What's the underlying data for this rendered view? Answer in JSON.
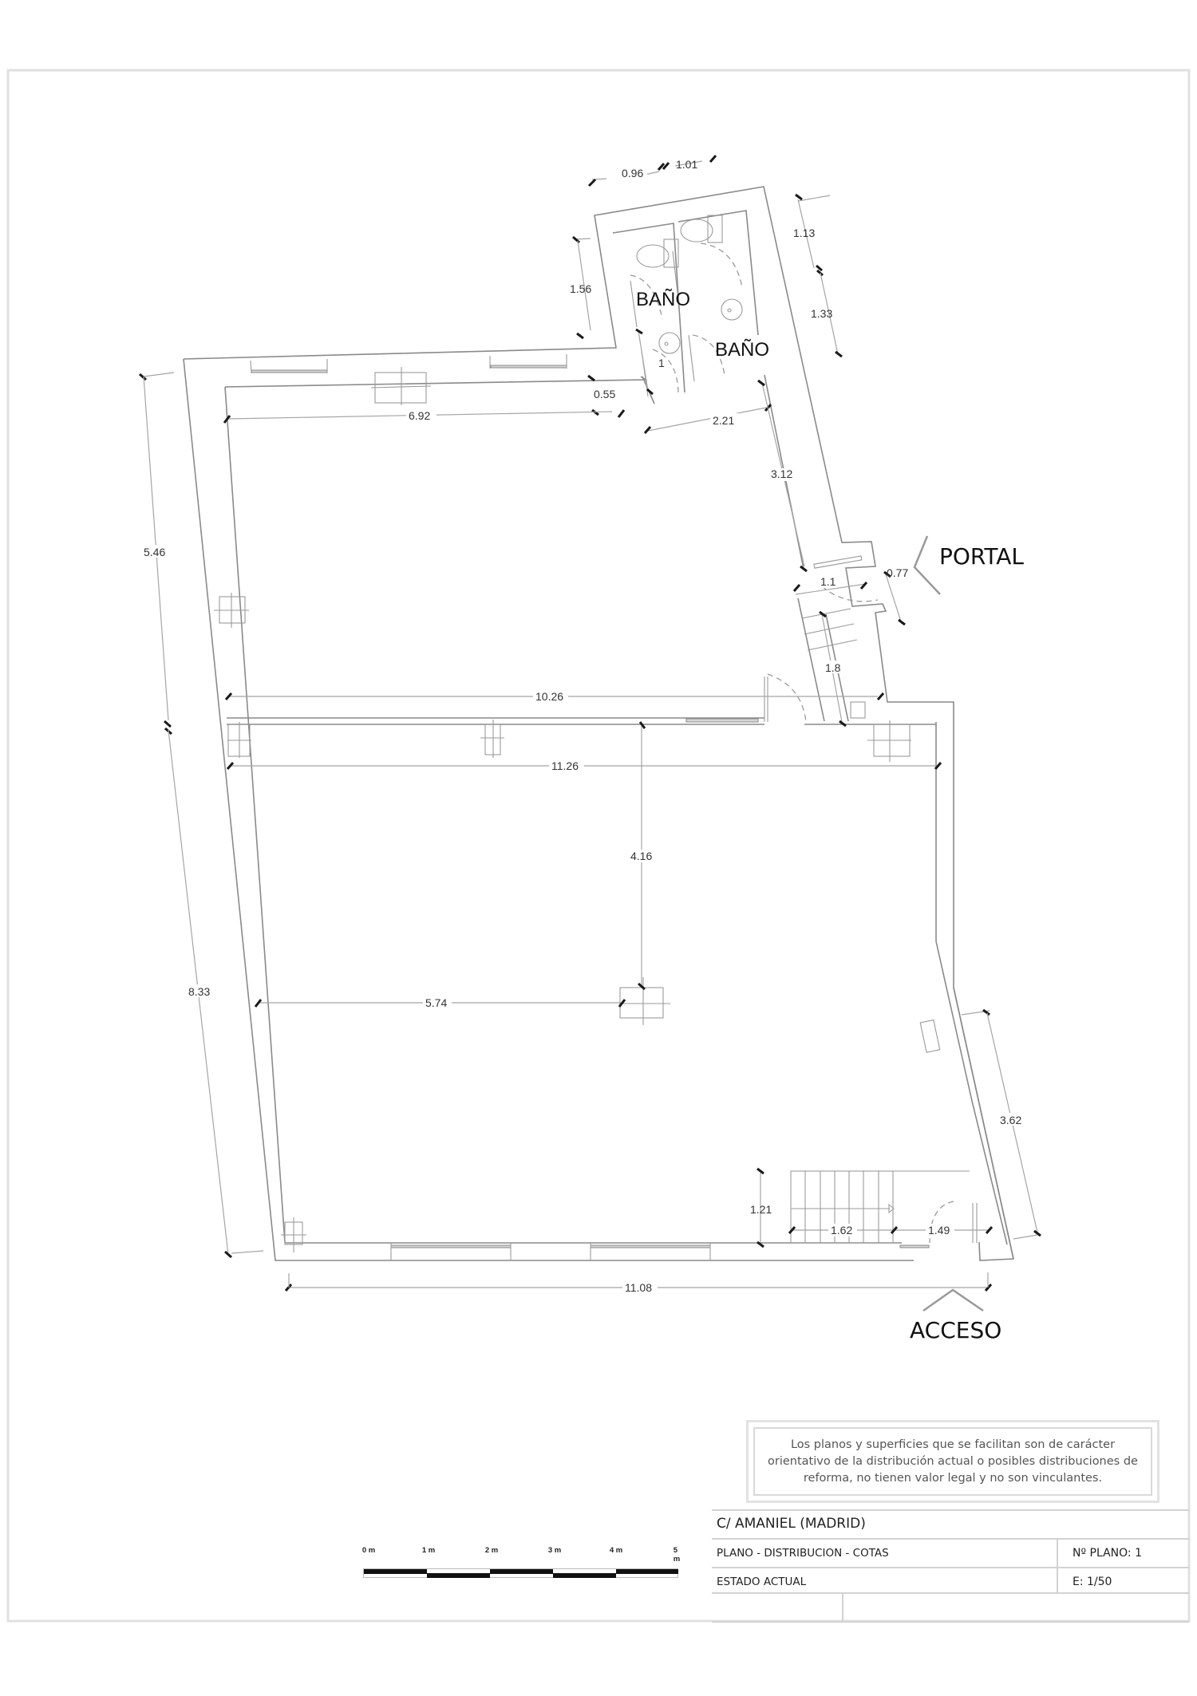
{
  "drawing": {
    "labels": {
      "bano_1": "BAÑO",
      "bano_2": "BAÑO",
      "portal": "PORTAL",
      "acceso": "ACCESO"
    },
    "dimensions": {
      "d_096": "0.96",
      "d_101": "1.01",
      "d_113": "1.13",
      "d_133": "1.33",
      "d_156": "1.56",
      "d_1": "1",
      "d_055": "0.55",
      "d_692": "6.92",
      "d_221": "2.21",
      "d_312": "3.12",
      "d_546": "5.46",
      "d_077": "0.77",
      "d_11": "1.1",
      "d_18": "1.8",
      "d_1026": "10.26",
      "d_1126": "11.26",
      "d_416": "4.16",
      "d_833": "8.33",
      "d_574": "5.74",
      "d_362": "3.62",
      "d_121": "1.21",
      "d_162": "1.62",
      "d_149": "1.49",
      "d_1108": "11.08"
    }
  },
  "scale_bar": {
    "ticks": [
      "0 m",
      "1 m",
      "2 m",
      "3 m",
      "4 m",
      "5 m"
    ]
  },
  "disclaimer": {
    "text": "Los planos y superficies que se facilitan son de carácter orientativo de la distribución actual o posibles distribuciones de reforma, no tienen valor legal y no son vinculantes."
  },
  "title_block": {
    "address": "C/  AMANIEL   (MADRID)",
    "plan_type": "PLANO   -  DISTRIBUCION - COTAS",
    "plan_number": "Nº PLANO:  1",
    "state": "ESTADO  ACTUAL",
    "scale": "E: 1/50"
  }
}
